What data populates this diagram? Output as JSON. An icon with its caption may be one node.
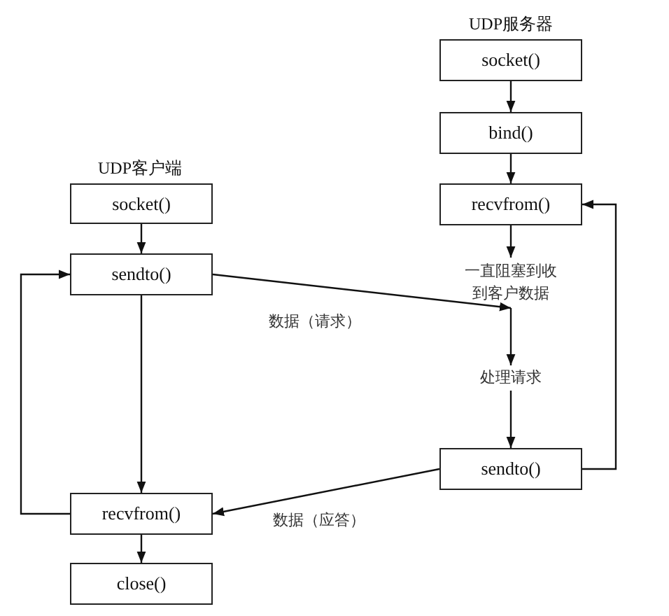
{
  "diagram": {
    "nodes": [
      {
        "text": [
          "socket()"
        ]
      },
      {
        "text": [
          "sendto()"
        ]
      },
      {
        "text": [
          "recvfrom()"
        ]
      },
      {
        "text": [
          "close()"
        ]
      },
      {
        "text": [
          "socket()"
        ]
      },
      {
        "text": [
          "bind()"
        ]
      },
      {
        "text": [
          "recvfrom()"
        ]
      },
      {
        "text": [
          "一直阻塞到收到客户数据"
        ]
      },
      {
        "text": [
          "处理请求"
        ]
      },
      {
        "text": [
          "sendto()"
        ]
      }
    ],
    "edges": [
      {
        "from": 0,
        "to": 1,
        "arrow": "to"
      },
      {
        "from": 1,
        "to": 2,
        "arrow": "to"
      },
      {
        "from": 2,
        "to": 1,
        "arrow": "to"
      },
      {
        "from": 2,
        "to": 3,
        "arrow": "to"
      },
      {
        "from": 4,
        "to": 5,
        "arrow": "to"
      },
      {
        "from": 5,
        "to": 6,
        "arrow": "to"
      },
      {
        "from": 6,
        "to": 7,
        "arrow": "to"
      },
      {
        "from": 7,
        "to": 8,
        "arrow": "to"
      },
      {
        "from": 8,
        "to": 9,
        "arrow": "to"
      },
      {
        "from": 9,
        "to": 6,
        "arrow": "to"
      },
      {
        "from": 1,
        "to": 7,
        "label": "数据（请求）",
        "arrow": "to"
      },
      {
        "from": 9,
        "to": 2,
        "label": "数据（应答）",
        "arrow": "to"
      }
    ],
    "labels": [
      "UDP客户端",
      "UDP服务器"
    ]
  }
}
